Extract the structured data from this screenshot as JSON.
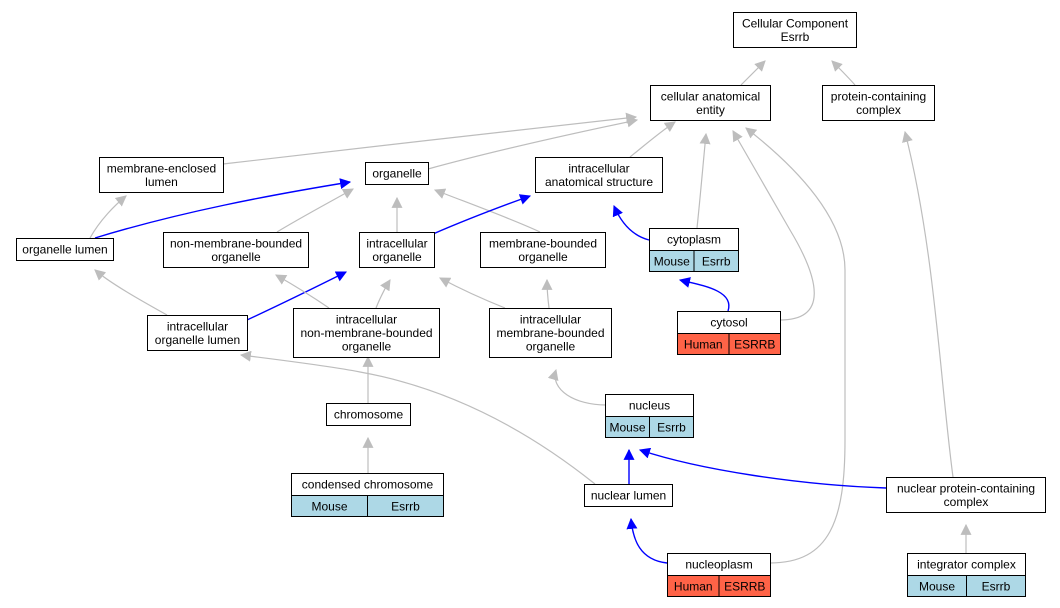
{
  "colors": {
    "node_fill": "#ffffff",
    "node_stroke": "#000000",
    "is_a_edge": "#bdbdbd",
    "part_of_edge": "#0000ff",
    "mouse_fill": "#add8e6",
    "human_fill": "#ff6347"
  },
  "nodes": {
    "cellular_component": {
      "lines": [
        "Cellular Component",
        "Esrrb"
      ]
    },
    "cellular_anatomical_entity": {
      "lines": [
        "cellular anatomical",
        "entity"
      ]
    },
    "protein_containing_complex": {
      "lines": [
        "protein-containing",
        "complex"
      ]
    },
    "membrane_enclosed_lumen": {
      "lines": [
        "membrane-enclosed",
        "lumen"
      ]
    },
    "organelle": {
      "lines": [
        "organelle"
      ]
    },
    "intracellular_anatomical_structure": {
      "lines": [
        "intracellular",
        "anatomical structure"
      ]
    },
    "organelle_lumen": {
      "lines": [
        "organelle lumen"
      ]
    },
    "non_membrane_bounded_organelle": {
      "lines": [
        "non-membrane-bounded",
        "organelle"
      ]
    },
    "intracellular_organelle": {
      "lines": [
        "intracellular",
        "organelle"
      ]
    },
    "membrane_bounded_organelle": {
      "lines": [
        "membrane-bounded",
        "organelle"
      ]
    },
    "cytoplasm": {
      "lines": [
        "cytoplasm"
      ],
      "species": "Mouse",
      "gene": "Esrrb"
    },
    "intracellular_organelle_lumen": {
      "lines": [
        "intracellular",
        "organelle lumen"
      ]
    },
    "intracellular_non_membrane_bounded_organelle": {
      "lines": [
        "intracellular",
        "non-membrane-bounded",
        "organelle"
      ]
    },
    "intracellular_membrane_bounded_organelle": {
      "lines": [
        "intracellular",
        "membrane-bounded",
        "organelle"
      ]
    },
    "cytosol": {
      "lines": [
        "cytosol"
      ],
      "species": "Human",
      "gene": "ESRRB"
    },
    "nucleus": {
      "lines": [
        "nucleus"
      ],
      "species": "Mouse",
      "gene": "Esrrb"
    },
    "chromosome": {
      "lines": [
        "chromosome"
      ]
    },
    "condensed_chromosome": {
      "lines": [
        "condensed chromosome"
      ],
      "species": "Mouse",
      "gene": "Esrrb"
    },
    "nuclear_lumen": {
      "lines": [
        "nuclear lumen"
      ]
    },
    "nuclear_protein_containing_complex": {
      "lines": [
        "nuclear protein-containing",
        "complex"
      ]
    },
    "nucleoplasm": {
      "lines": [
        "nucleoplasm"
      ],
      "species": "Human",
      "gene": "ESRRB"
    },
    "integrator_complex": {
      "lines": [
        "integrator complex"
      ],
      "species": "Mouse",
      "gene": "Esrrb"
    }
  },
  "edges": [
    {
      "from": "cellular_anatomical_entity",
      "to": "cellular_component",
      "type": "is_a"
    },
    {
      "from": "protein_containing_complex",
      "to": "cellular_component",
      "type": "is_a"
    },
    {
      "from": "membrane_enclosed_lumen",
      "to": "cellular_anatomical_entity",
      "type": "is_a"
    },
    {
      "from": "organelle",
      "to": "cellular_anatomical_entity",
      "type": "is_a"
    },
    {
      "from": "intracellular_anatomical_structure",
      "to": "cellular_anatomical_entity",
      "type": "is_a"
    },
    {
      "from": "cytoplasm",
      "to": "cellular_anatomical_entity",
      "type": "is_a"
    },
    {
      "from": "cytosol",
      "to": "cellular_anatomical_entity",
      "type": "is_a"
    },
    {
      "from": "nucleoplasm",
      "to": "cellular_anatomical_entity",
      "type": "is_a"
    },
    {
      "from": "organelle_lumen",
      "to": "membrane_enclosed_lumen",
      "type": "is_a"
    },
    {
      "from": "organelle_lumen",
      "to": "organelle",
      "type": "part_of"
    },
    {
      "from": "non_membrane_bounded_organelle",
      "to": "organelle",
      "type": "is_a"
    },
    {
      "from": "intracellular_organelle",
      "to": "organelle",
      "type": "is_a"
    },
    {
      "from": "membrane_bounded_organelle",
      "to": "organelle",
      "type": "is_a"
    },
    {
      "from": "intracellular_organelle",
      "to": "intracellular_anatomical_structure",
      "type": "part_of"
    },
    {
      "from": "cytoplasm",
      "to": "intracellular_anatomical_structure",
      "type": "part_of"
    },
    {
      "from": "intracellular_organelle_lumen",
      "to": "organelle_lumen",
      "type": "is_a"
    },
    {
      "from": "intracellular_organelle_lumen",
      "to": "intracellular_organelle",
      "type": "part_of"
    },
    {
      "from": "intracellular_non_membrane_bounded_organelle",
      "to": "non_membrane_bounded_organelle",
      "type": "is_a"
    },
    {
      "from": "intracellular_non_membrane_bounded_organelle",
      "to": "intracellular_organelle",
      "type": "is_a"
    },
    {
      "from": "intracellular_membrane_bounded_organelle",
      "to": "intracellular_organelle",
      "type": "is_a"
    },
    {
      "from": "intracellular_membrane_bounded_organelle",
      "to": "membrane_bounded_organelle",
      "type": "is_a"
    },
    {
      "from": "cytosol",
      "to": "cytoplasm",
      "type": "part_of"
    },
    {
      "from": "nucleus",
      "to": "intracellular_membrane_bounded_organelle",
      "type": "is_a"
    },
    {
      "from": "chromosome",
      "to": "intracellular_non_membrane_bounded_organelle",
      "type": "is_a"
    },
    {
      "from": "condensed_chromosome",
      "to": "chromosome",
      "type": "is_a"
    },
    {
      "from": "nuclear_lumen",
      "to": "intracellular_organelle_lumen",
      "type": "is_a"
    },
    {
      "from": "nuclear_lumen",
      "to": "nucleus",
      "type": "part_of"
    },
    {
      "from": "nuclear_protein_containing_complex",
      "to": "nucleus",
      "type": "part_of"
    },
    {
      "from": "nuclear_protein_containing_complex",
      "to": "protein_containing_complex",
      "type": "is_a"
    },
    {
      "from": "nucleoplasm",
      "to": "nuclear_lumen",
      "type": "part_of"
    },
    {
      "from": "integrator_complex",
      "to": "nuclear_protein_containing_complex",
      "type": "is_a"
    }
  ]
}
